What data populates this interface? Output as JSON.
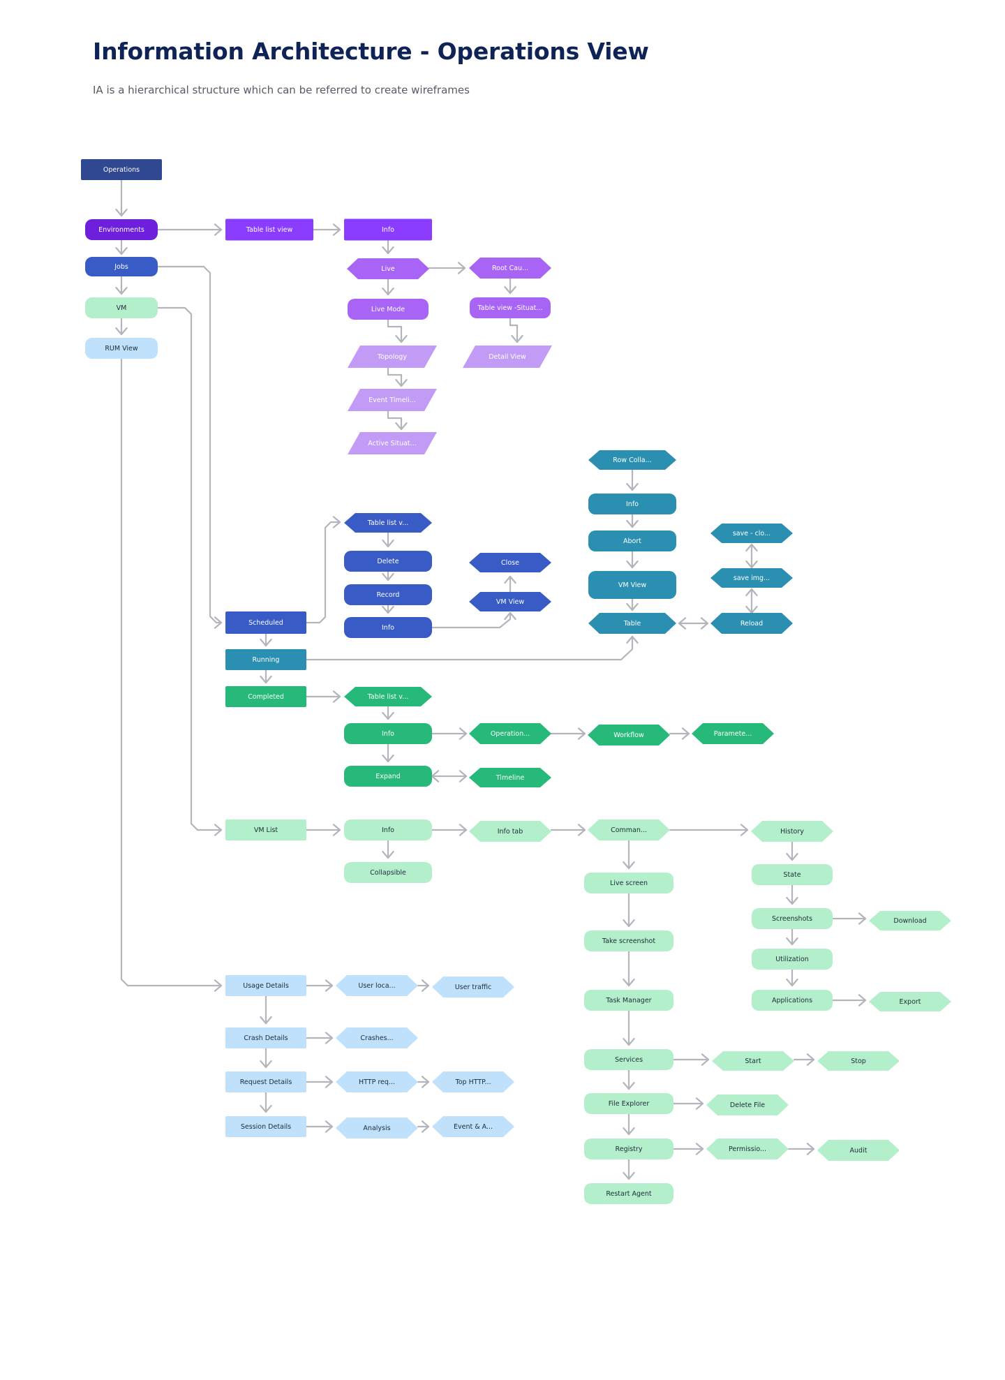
{
  "header": {
    "title": "Information Architecture - Operations View",
    "subtitle": "IA is a hierarchical structure which can be referred to create wireframes"
  },
  "palette": {
    "navy": "#2f4891",
    "violet": "#6d1fdc",
    "purple": "#8b3dff",
    "purple_light": "#a865f5",
    "lavender": "#c19bf6",
    "blue": "#385bc6",
    "teal": "#2a8fb1",
    "green": "#27b97a",
    "mint": "#b4efcb",
    "sky": "#bfe1fb",
    "connector": "#b4b4bc"
  },
  "nodes": [
    {
      "id": "operations",
      "label": "Operations",
      "shape": "rect",
      "color": "navy"
    },
    {
      "id": "environments",
      "label": "Environments",
      "shape": "rounded",
      "color": "violet"
    },
    {
      "id": "jobs",
      "label": "Jobs",
      "shape": "rounded",
      "color": "blue"
    },
    {
      "id": "vm",
      "label": "VM",
      "shape": "rounded",
      "color": "mint"
    },
    {
      "id": "rum_view",
      "label": "RUM View",
      "shape": "rounded",
      "color": "sky"
    },
    {
      "id": "env_table_list",
      "label": "Table  list view",
      "shape": "rect",
      "color": "purple"
    },
    {
      "id": "env_info",
      "label": "Info",
      "shape": "rect",
      "color": "purple"
    },
    {
      "id": "live",
      "label": "Live",
      "shape": "diamond",
      "color": "purple_light"
    },
    {
      "id": "root_cause",
      "label": "Root Cau...",
      "shape": "diamond",
      "color": "purple_light"
    },
    {
      "id": "live_mode",
      "label": "Live Mode",
      "shape": "rounded",
      "color": "purple_light"
    },
    {
      "id": "table_view_situat",
      "label": "Table view -Situat...",
      "shape": "rounded",
      "color": "purple_light"
    },
    {
      "id": "topology",
      "label": "Topology",
      "shape": "para",
      "color": "lavender"
    },
    {
      "id": "detail_view",
      "label": "Detail View",
      "shape": "para",
      "color": "lavender"
    },
    {
      "id": "event_timeline",
      "label": "Event Timeli...",
      "shape": "para",
      "color": "lavender"
    },
    {
      "id": "active_situat",
      "label": "Active Situat...",
      "shape": "para",
      "color": "lavender"
    },
    {
      "id": "scheduled",
      "label": "Scheduled",
      "shape": "rect",
      "color": "blue"
    },
    {
      "id": "sched_table_list",
      "label": "Table  list v...",
      "shape": "diamond",
      "color": "blue"
    },
    {
      "id": "sched_delete",
      "label": "Delete",
      "shape": "rounded",
      "color": "blue"
    },
    {
      "id": "sched_record",
      "label": "Record",
      "shape": "rounded",
      "color": "blue"
    },
    {
      "id": "sched_info",
      "label": "Info",
      "shape": "rounded",
      "color": "blue"
    },
    {
      "id": "sched_close",
      "label": "Close",
      "shape": "diamond",
      "color": "blue"
    },
    {
      "id": "sched_vm_view",
      "label": "VM View",
      "shape": "diamond",
      "color": "blue"
    },
    {
      "id": "running",
      "label": "Running",
      "shape": "rect",
      "color": "teal"
    },
    {
      "id": "row_collapse",
      "label": "Row Colla...",
      "shape": "diamond",
      "color": "teal"
    },
    {
      "id": "run_info",
      "label": "Info",
      "shape": "rounded",
      "color": "teal"
    },
    {
      "id": "run_abort",
      "label": "Abort",
      "shape": "rounded",
      "color": "teal"
    },
    {
      "id": "run_vm_view",
      "label": "VM View",
      "shape": "rounded",
      "color": "teal"
    },
    {
      "id": "run_table",
      "label": "Table",
      "shape": "diamond",
      "color": "teal"
    },
    {
      "id": "save_clo",
      "label": "save - clo...",
      "shape": "diamond",
      "color": "teal"
    },
    {
      "id": "save_img",
      "label": "save img...",
      "shape": "diamond",
      "color": "teal"
    },
    {
      "id": "reload",
      "label": "Reload",
      "shape": "diamond",
      "color": "teal"
    },
    {
      "id": "completed",
      "label": "Completed",
      "shape": "rect",
      "color": "green"
    },
    {
      "id": "comp_table_list",
      "label": "Table  list v...",
      "shape": "diamond",
      "color": "green"
    },
    {
      "id": "comp_info",
      "label": "Info",
      "shape": "rounded",
      "color": "green"
    },
    {
      "id": "operation",
      "label": "Operation...",
      "shape": "diamond",
      "color": "green"
    },
    {
      "id": "workflow",
      "label": "Workflow",
      "shape": "diamond",
      "color": "green"
    },
    {
      "id": "parameters",
      "label": "Paramete...",
      "shape": "diamond",
      "color": "green"
    },
    {
      "id": "expand",
      "label": "Expand",
      "shape": "rounded",
      "color": "green"
    },
    {
      "id": "timeline",
      "label": "Timeline",
      "shape": "diamond",
      "color": "green"
    },
    {
      "id": "vm_list",
      "label": "VM List",
      "shape": "rect",
      "color": "mint"
    },
    {
      "id": "vm_info",
      "label": "Info",
      "shape": "rounded",
      "color": "mint"
    },
    {
      "id": "collapsible",
      "label": "Collapsible",
      "shape": "rounded",
      "color": "mint"
    },
    {
      "id": "info_tab",
      "label": "Info tab",
      "shape": "diamond",
      "color": "mint"
    },
    {
      "id": "command",
      "label": "Comman...",
      "shape": "diamond",
      "color": "mint"
    },
    {
      "id": "history",
      "label": "History",
      "shape": "diamond",
      "color": "mint"
    },
    {
      "id": "live_screen",
      "label": "Live screen",
      "shape": "rounded",
      "color": "mint"
    },
    {
      "id": "state",
      "label": "State",
      "shape": "rounded",
      "color": "mint"
    },
    {
      "id": "screenshots",
      "label": "Screenshots",
      "shape": "rounded",
      "color": "mint"
    },
    {
      "id": "download",
      "label": "Download",
      "shape": "diamond",
      "color": "mint"
    },
    {
      "id": "take_screenshot",
      "label": "Take screenshot",
      "shape": "rounded",
      "color": "mint"
    },
    {
      "id": "utilization",
      "label": "Utilization",
      "shape": "rounded",
      "color": "mint"
    },
    {
      "id": "task_manager",
      "label": "Task Manager",
      "shape": "rounded",
      "color": "mint"
    },
    {
      "id": "applications",
      "label": "Applications",
      "shape": "rounded",
      "color": "mint"
    },
    {
      "id": "export",
      "label": "Export",
      "shape": "diamond",
      "color": "mint"
    },
    {
      "id": "services",
      "label": "Services",
      "shape": "rounded",
      "color": "mint"
    },
    {
      "id": "start",
      "label": "Start",
      "shape": "diamond",
      "color": "mint"
    },
    {
      "id": "stop",
      "label": "Stop",
      "shape": "diamond",
      "color": "mint"
    },
    {
      "id": "file_explorer",
      "label": "File Explorer",
      "shape": "rounded",
      "color": "mint"
    },
    {
      "id": "delete_file",
      "label": "Delete File",
      "shape": "diamond",
      "color": "mint"
    },
    {
      "id": "registry",
      "label": "Registry",
      "shape": "rounded",
      "color": "mint"
    },
    {
      "id": "permissions",
      "label": "Permissio...",
      "shape": "diamond",
      "color": "mint"
    },
    {
      "id": "audit",
      "label": "Audit",
      "shape": "diamond",
      "color": "mint"
    },
    {
      "id": "restart_agent",
      "label": "Restart Agent",
      "shape": "rounded",
      "color": "mint"
    },
    {
      "id": "usage_details",
      "label": "Usage Details",
      "shape": "rect",
      "color": "sky"
    },
    {
      "id": "user_location",
      "label": "User loca...",
      "shape": "diamond",
      "color": "sky"
    },
    {
      "id": "user_traffic",
      "label": "User traffic",
      "shape": "diamond",
      "color": "sky"
    },
    {
      "id": "crash_details",
      "label": "Crash Details",
      "shape": "rect",
      "color": "sky"
    },
    {
      "id": "crashes",
      "label": "Crashes...",
      "shape": "diamond",
      "color": "sky"
    },
    {
      "id": "request_details",
      "label": "Request Details",
      "shape": "rect",
      "color": "sky"
    },
    {
      "id": "http_req",
      "label": "HTTP req...",
      "shape": "diamond",
      "color": "sky"
    },
    {
      "id": "top_http",
      "label": "Top HTTP...",
      "shape": "diamond",
      "color": "sky"
    },
    {
      "id": "session_details",
      "label": "Session Details",
      "shape": "rect",
      "color": "sky"
    },
    {
      "id": "analysis",
      "label": "Analysis",
      "shape": "diamond",
      "color": "sky"
    },
    {
      "id": "event_a",
      "label": "Event & A...",
      "shape": "diamond",
      "color": "sky"
    }
  ],
  "edges": [
    [
      "operations",
      "environments"
    ],
    [
      "environments",
      "jobs"
    ],
    [
      "jobs",
      "vm"
    ],
    [
      "vm",
      "rum_view"
    ],
    [
      "environments",
      "env_table_list"
    ],
    [
      "env_table_list",
      "env_info"
    ],
    [
      "env_info",
      "live"
    ],
    [
      "live",
      "root_cause"
    ],
    [
      "live",
      "live_mode"
    ],
    [
      "root_cause",
      "table_view_situat"
    ],
    [
      "live_mode",
      "topology"
    ],
    [
      "table_view_situat",
      "detail_view"
    ],
    [
      "topology",
      "event_timeline"
    ],
    [
      "event_timeline",
      "active_situat"
    ],
    [
      "jobs",
      "scheduled"
    ],
    [
      "scheduled",
      "sched_table_list"
    ],
    [
      "sched_table_list",
      "sched_delete"
    ],
    [
      "sched_delete",
      "sched_record"
    ],
    [
      "sched_record",
      "sched_info"
    ],
    [
      "sched_info",
      "sched_vm_view"
    ],
    [
      "sched_vm_view",
      "sched_close"
    ],
    [
      "scheduled",
      "running"
    ],
    [
      "running",
      "run_table"
    ],
    [
      "row_collapse",
      "run_info"
    ],
    [
      "run_info",
      "run_abort"
    ],
    [
      "run_abort",
      "run_vm_view"
    ],
    [
      "run_vm_view",
      "run_table"
    ],
    [
      "run_table",
      "reload"
    ],
    [
      "reload",
      "save_img"
    ],
    [
      "save_img",
      "save_clo"
    ],
    [
      "running",
      "completed"
    ],
    [
      "completed",
      "comp_table_list"
    ],
    [
      "comp_table_list",
      "comp_info"
    ],
    [
      "comp_info",
      "operation"
    ],
    [
      "operation",
      "workflow"
    ],
    [
      "workflow",
      "parameters"
    ],
    [
      "comp_info",
      "expand"
    ],
    [
      "expand",
      "timeline"
    ],
    [
      "vm",
      "vm_list"
    ],
    [
      "vm_list",
      "vm_info"
    ],
    [
      "vm_info",
      "collapsible"
    ],
    [
      "vm_info",
      "info_tab"
    ],
    [
      "info_tab",
      "command"
    ],
    [
      "command",
      "history"
    ],
    [
      "command",
      "live_screen"
    ],
    [
      "live_screen",
      "take_screenshot"
    ],
    [
      "take_screenshot",
      "task_manager"
    ],
    [
      "task_manager",
      "services"
    ],
    [
      "services",
      "file_explorer"
    ],
    [
      "file_explorer",
      "registry"
    ],
    [
      "registry",
      "restart_agent"
    ],
    [
      "services",
      "start"
    ],
    [
      "start",
      "stop"
    ],
    [
      "file_explorer",
      "delete_file"
    ],
    [
      "registry",
      "permissions"
    ],
    [
      "permissions",
      "audit"
    ],
    [
      "history",
      "state"
    ],
    [
      "state",
      "screenshots"
    ],
    [
      "screenshots",
      "utilization"
    ],
    [
      "utilization",
      "applications"
    ],
    [
      "screenshots",
      "download"
    ],
    [
      "applications",
      "export"
    ],
    [
      "rum_view",
      "usage_details"
    ],
    [
      "usage_details",
      "user_location"
    ],
    [
      "user_location",
      "user_traffic"
    ],
    [
      "usage_details",
      "crash_details"
    ],
    [
      "crash_details",
      "crashes"
    ],
    [
      "crash_details",
      "request_details"
    ],
    [
      "request_details",
      "http_req"
    ],
    [
      "http_req",
      "top_http"
    ],
    [
      "request_details",
      "session_details"
    ],
    [
      "session_details",
      "analysis"
    ],
    [
      "analysis",
      "event_a"
    ]
  ]
}
